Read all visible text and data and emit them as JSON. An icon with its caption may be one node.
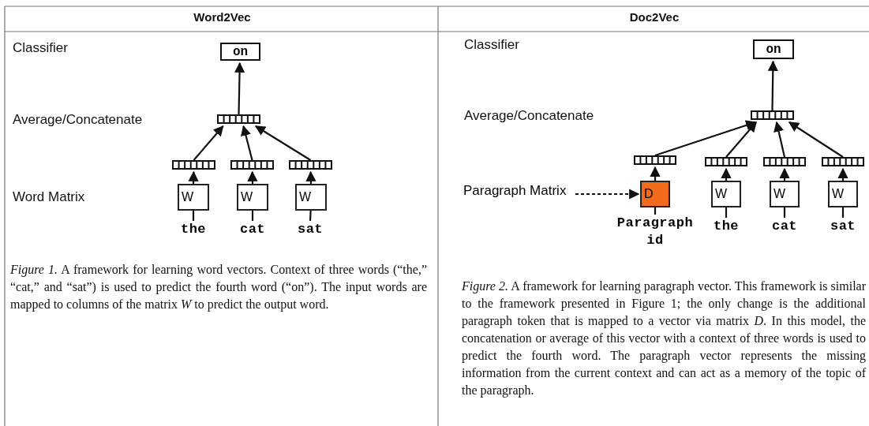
{
  "diagram": {
    "nodes": [
      {
        "text": [
          "on"
        ]
      },
      {
        "text": [],
        "shape": "bar"
      },
      {
        "text": [],
        "shape": "bar"
      },
      {
        "text": [],
        "shape": "bar"
      },
      {
        "text": [],
        "shape": "bar"
      },
      {
        "text": [
          "W"
        ]
      },
      {
        "text": [
          "W"
        ]
      },
      {
        "text": [
          "W"
        ]
      },
      {
        "text": [
          "the"
        ]
      },
      {
        "text": [
          "cat"
        ]
      },
      {
        "text": [
          "sat"
        ]
      },
      {
        "text": [
          "on"
        ]
      },
      {
        "text": [],
        "shape": "bar"
      },
      {
        "text": [],
        "shape": "bar"
      },
      {
        "text": [],
        "shape": "bar"
      },
      {
        "text": [],
        "shape": "bar"
      },
      {
        "text": [],
        "shape": "bar"
      },
      {
        "text": [
          "D"
        ]
      },
      {
        "text": [
          "W"
        ]
      },
      {
        "text": [
          "W"
        ]
      },
      {
        "text": [
          "W"
        ]
      },
      {
        "text": [
          "Paragraph id"
        ]
      },
      {
        "text": [
          "the"
        ]
      },
      {
        "text": [
          "cat"
        ]
      },
      {
        "text": [
          "sat"
        ]
      },
      {
        "text": [
          "Paragraph Matrix"
        ]
      }
    ],
    "edges": [
      {
        "from": 1,
        "to": 0,
        "arrow": "to"
      },
      {
        "from": 2,
        "to": 1,
        "arrow": "to"
      },
      {
        "from": 3,
        "to": 1,
        "arrow": "to"
      },
      {
        "from": 4,
        "to": 1,
        "arrow": "to"
      },
      {
        "from": 5,
        "to": 2,
        "arrow": "to"
      },
      {
        "from": 6,
        "to": 3,
        "arrow": "to"
      },
      {
        "from": 7,
        "to": 4,
        "arrow": "to"
      },
      {
        "from": 8,
        "to": 5,
        "arrow": "none"
      },
      {
        "from": 9,
        "to": 6,
        "arrow": "none"
      },
      {
        "from": 10,
        "to": 7,
        "arrow": "none"
      },
      {
        "from": 12,
        "to": 11,
        "arrow": "to"
      },
      {
        "from": 13,
        "to": 12,
        "arrow": "to"
      },
      {
        "from": 14,
        "to": 12,
        "arrow": "to"
      },
      {
        "from": 15,
        "to": 12,
        "arrow": "to"
      },
      {
        "from": 16,
        "to": 12,
        "arrow": "to"
      },
      {
        "from": 17,
        "to": 13,
        "arrow": "to"
      },
      {
        "from": 18,
        "to": 14,
        "arrow": "to"
      },
      {
        "from": 19,
        "to": 15,
        "arrow": "to"
      },
      {
        "from": 20,
        "to": 16,
        "arrow": "to"
      },
      {
        "from": 21,
        "to": 17,
        "arrow": "none"
      },
      {
        "from": 22,
        "to": 18,
        "arrow": "none"
      },
      {
        "from": 23,
        "to": 19,
        "arrow": "none"
      },
      {
        "from": 24,
        "to": 20,
        "arrow": "none"
      },
      {
        "from": 25,
        "to": 17,
        "arrow": "to",
        "style": "dashed"
      }
    ],
    "labels": [
      "Word2Vec",
      "Doc2Vec",
      "Classifier",
      "Average/Concatenate",
      "Word Matrix",
      "Classifier",
      "Average/Concatenate",
      "*Figure 1.* A framework for learning word vectors.  Context of three words (“the,” “cat,” and “sat”) is used to predict the fourth word (“on”). The input words are mapped to columns of the matrix *W* to predict the output word.",
      "*Figure 2.* A framework for learning paragraph vector. This framework is similar to the framework presented in Figure 1; the only change is the additional paragraph token that is mapped to a vector via matrix *D*.  In this model, the concatenation or average of this vector with a context of three words is used to predict the fourth word. The paragraph vector represents the missing information from the current context and can act as a memory of the topic of the paragraph."
    ]
  }
}
